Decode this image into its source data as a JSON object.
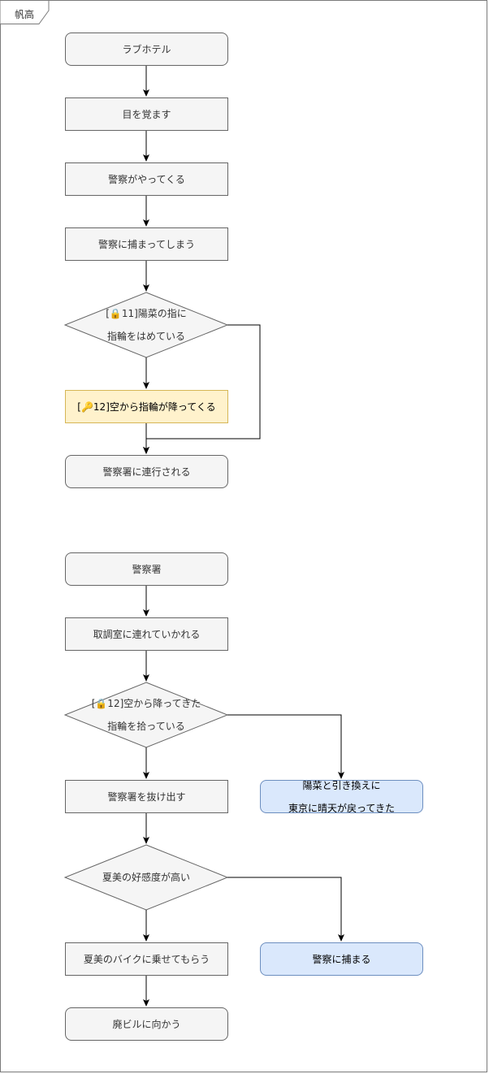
{
  "frame": {
    "tab_label": "帆高"
  },
  "nodes": {
    "n1": {
      "text": "ラブホテル"
    },
    "n2": {
      "text": "目を覚ます"
    },
    "n3": {
      "text": "警察がやってくる"
    },
    "n4": {
      "text": "警察に捕まってしまう"
    },
    "d1": {
      "line1": "[🔒11]陽菜の指に",
      "line2": "指輪をはめている"
    },
    "n5": {
      "text": "[🔑12]空から指輪が降ってくる"
    },
    "n6": {
      "text": "警察署に連行される"
    },
    "n7": {
      "text": "警察署"
    },
    "n8": {
      "text": "取調室に連れていかれる"
    },
    "d2": {
      "line1": "[🔒12]空から降ってきた",
      "line2": "指輪を拾っている"
    },
    "n9": {
      "text": "警察署を抜け出す"
    },
    "n10": {
      "line1": "陽菜と引き換えに",
      "line2": "東京に晴天が戻ってきた"
    },
    "d3": {
      "text": "夏美の好感度が高い"
    },
    "n11": {
      "text": "夏美のバイクに乗せてもらう"
    },
    "n12": {
      "text": "警察に捕まる"
    },
    "n13": {
      "text": "廃ビルに向かう"
    }
  },
  "colors": {
    "default_fill": "#f5f5f5",
    "default_stroke": "#666666",
    "highlight_fill": "#fff2cc",
    "highlight_stroke": "#d6b656",
    "ending_fill": "#dae8fc",
    "ending_stroke": "#6c8ebf",
    "edge": "#000000"
  }
}
